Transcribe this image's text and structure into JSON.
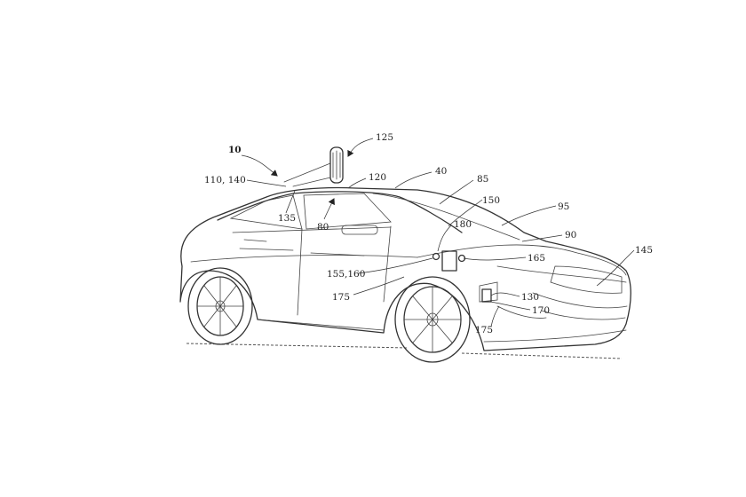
{
  "figure": {
    "reference_numerals": {
      "r10": "10",
      "r125": "125",
      "r110_140": "110, 140",
      "r120": "120",
      "r40": "40",
      "r85": "85",
      "r135": "135",
      "r80": "80",
      "r150": "150",
      "r95": "95",
      "r180": "180",
      "r90": "90",
      "r145": "145",
      "r165": "165",
      "r155_160": "155,160",
      "r175a": "175",
      "r130": "130",
      "r170": "170",
      "r175b": "175"
    }
  }
}
